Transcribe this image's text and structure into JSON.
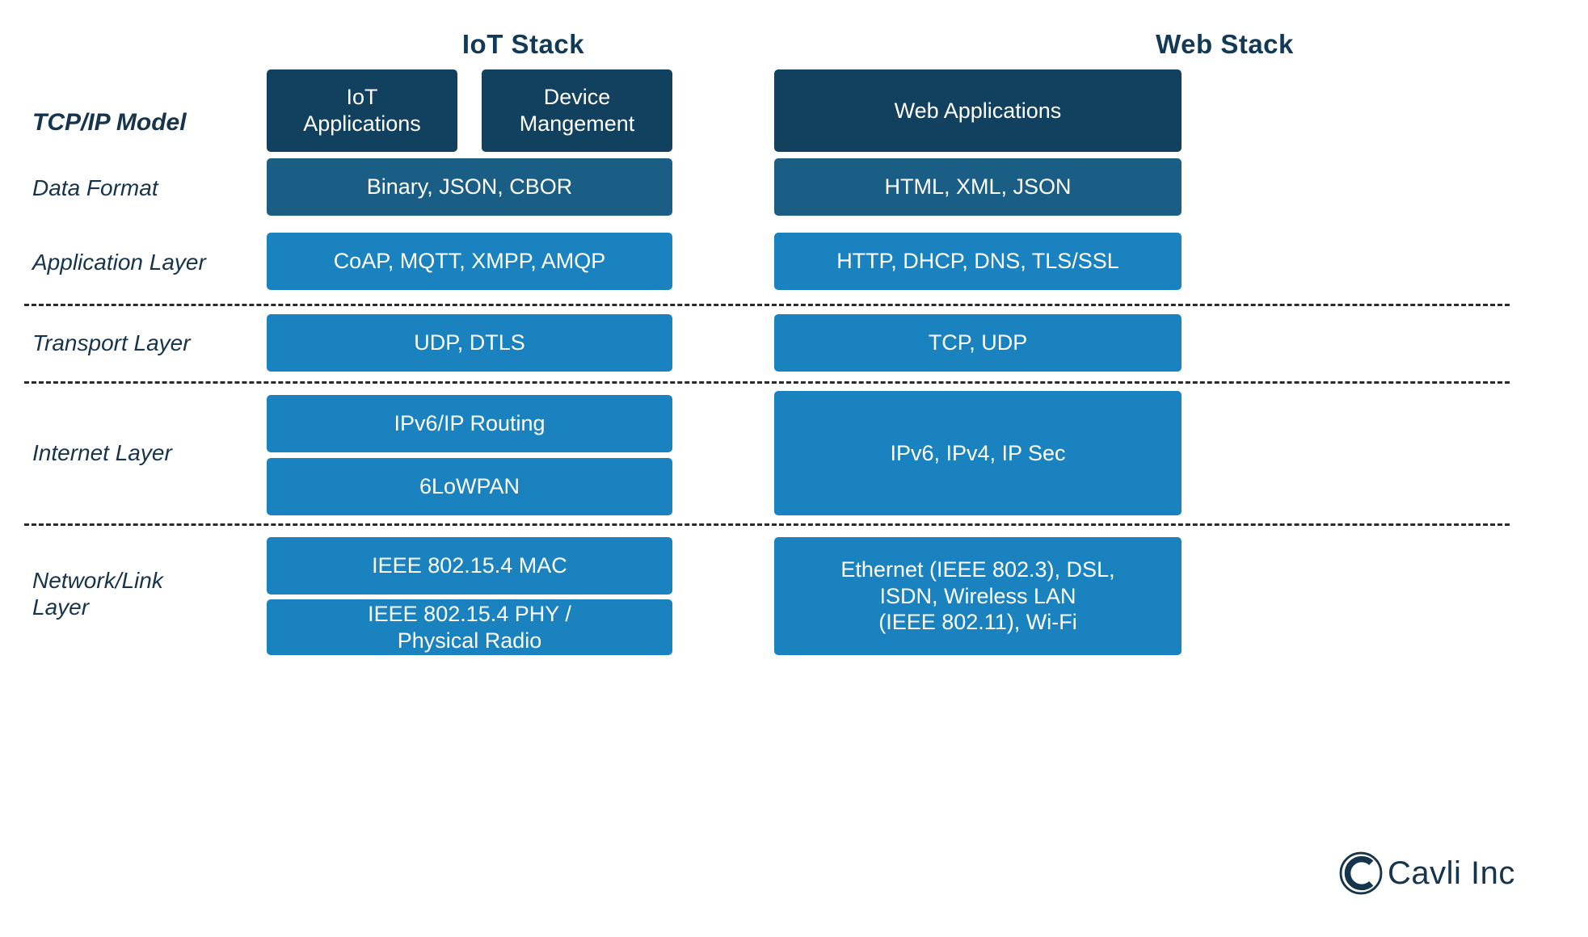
{
  "columns": {
    "iot": {
      "title": "IoT  Stack"
    },
    "web": {
      "title": "Web Stack"
    }
  },
  "row_labels": {
    "tcpip": "TCP/IP Model",
    "data_format": "Data Format",
    "application": "Application Layer",
    "transport": "Transport Layer",
    "internet": "Internet Layer",
    "network_link": "Network/Link\nLayer"
  },
  "iot_boxes": {
    "applications": "IoT\nApplications",
    "device_management": "Device\nMangement",
    "data_format": "Binary, JSON, CBOR",
    "application_layer": "CoAP, MQTT, XMPP, AMQP",
    "transport_layer": "UDP, DTLS",
    "internet_routing": "IPv6/IP Routing",
    "internet_6lowpan": "6LoWPAN",
    "link_mac": "IEEE 802.15.4 MAC",
    "link_phy": "IEEE 802.15.4 PHY /\nPhysical Radio"
  },
  "web_boxes": {
    "applications": "Web Applications",
    "data_format": "HTML, XML, JSON",
    "application_layer": "HTTP, DHCP, DNS, TLS/SSL",
    "transport_layer": "TCP, UDP",
    "internet_layer": "IPv6, IPv4, IP Sec",
    "network_link": "Ethernet (IEEE 802.3), DSL,\nISDN, Wireless LAN\n(IEEE 802.11), Wi-Fi"
  },
  "brand": {
    "name": "Cavli Inc",
    "mark": "c-circle-logo-icon"
  },
  "colors": {
    "navy": "#12405f",
    "mid": "#1b5e85",
    "light": "#1b82c0",
    "text_dark": "#16344b",
    "divider": "#2b2b2b",
    "background": "#ffffff"
  }
}
